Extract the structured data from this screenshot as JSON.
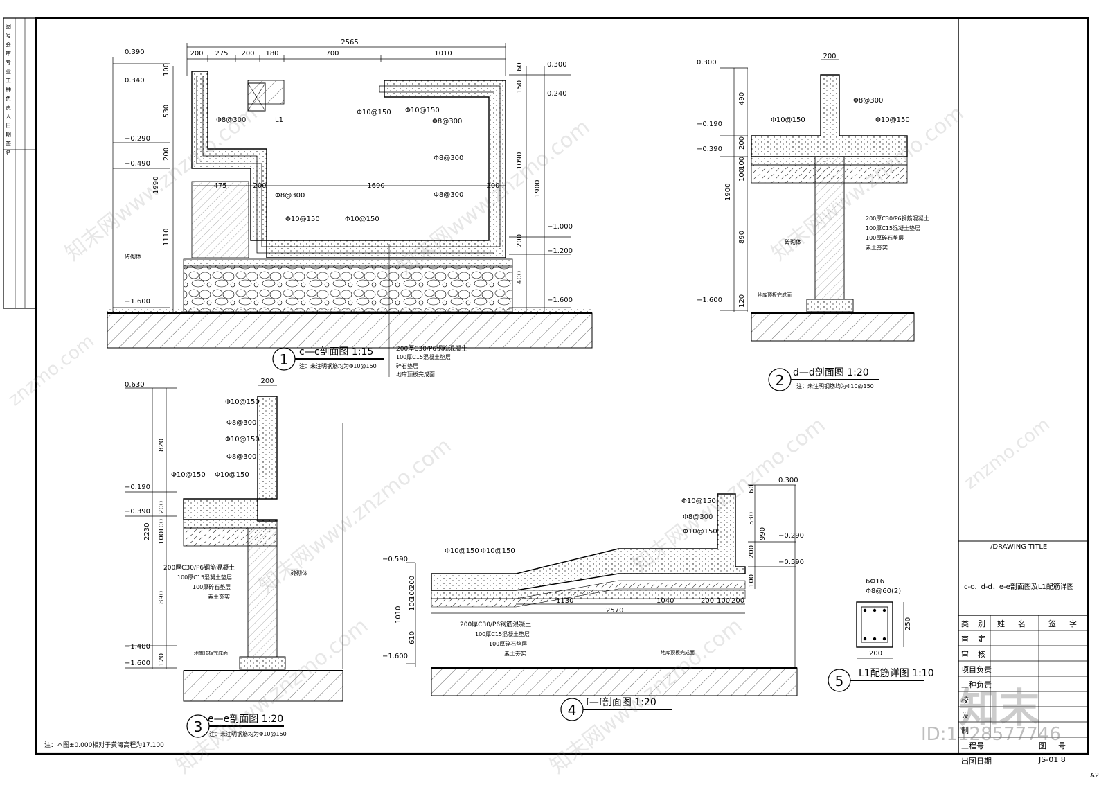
{
  "sheet_size": "A2",
  "title_block": {
    "drawing_title_label": "/DRAWING TITLE",
    "drawing_title": "c-c、d-d、e-e剖面图及L1配筋详图",
    "header": [
      "类",
      "别",
      "姓",
      "名",
      "签",
      "字"
    ],
    "rows": [
      "审",
      "定",
      "审",
      "核",
      "项目负责",
      "工种负责",
      "校",
      "设",
      "制",
      "工程号",
      "出图日期"
    ],
    "drawing_no_label": "图",
    "drawing_no_label2": "号",
    "drawing_no": "JS-01 8"
  },
  "left_strip": [
    "图",
    "号",
    "会",
    "审",
    "专",
    "业",
    "工",
    "种",
    "负",
    "责",
    "人",
    "日",
    "期",
    "签",
    "名"
  ],
  "views": {
    "cc": {
      "number": "1",
      "title": "c—c剖面图 1:15",
      "note": "注：未注明钢筋均为Φ10@150"
    },
    "dd": {
      "number": "2",
      "title": "d—d剖面图 1:20",
      "note": "注：未注明钢筋均为Φ10@150"
    },
    "ee": {
      "number": "3",
      "title": "e—e剖面图 1:20",
      "note": "注：未注明钢筋均为Φ10@150"
    },
    "ff": {
      "number": "4",
      "title": "f—f剖面图 1:20"
    },
    "l1": {
      "number": "5",
      "title": "L1配筋详图 1:10"
    }
  },
  "cc_dims": {
    "top": [
      "2565",
      "200",
      "275",
      "200",
      "180",
      "700",
      "1010"
    ],
    "inner": [
      "475",
      "200",
      "1690",
      "200"
    ],
    "left": [
      "100",
      "530",
      "200",
      "1990",
      "1110"
    ],
    "right": [
      "60",
      "150",
      "1090",
      "1900",
      "200",
      "400"
    ],
    "levels_left": [
      "0.390",
      "0.340",
      "−0.290",
      "−0.490",
      "−1.600"
    ],
    "levels_right": [
      "0.300",
      "0.240",
      "−1.000",
      "−1.200",
      "−1.600"
    ],
    "rebar": [
      "Φ8@300",
      "Φ10@150",
      "Φ10@150",
      "Φ8@300",
      "Φ8@300",
      "Φ8@300",
      "Φ8@300",
      "Φ10@150",
      "Φ10@150"
    ],
    "beam": "L1",
    "masonry": "砖砌体",
    "layers": [
      "200厚C30/P6钢筋混凝土",
      "100厚C15混凝土垫层",
      "碎石垫层",
      "地库顶板完成面"
    ]
  },
  "dd_dims": {
    "top": "200",
    "left": [
      "490",
      "200",
      "100",
      "100",
      "1900",
      "890",
      "120"
    ],
    "levels": [
      "0.300",
      "−0.190",
      "−0.390",
      "−1.600"
    ],
    "rebar": [
      "Φ8@300",
      "Φ10@150",
      "Φ10@150"
    ],
    "layers": [
      "200厚C30/P6钢筋混凝土",
      "100厚C15混凝土垫层",
      "100厚碎石垫层",
      "素土夯实"
    ],
    "masonry": "砖砌体",
    "slab": "地库顶板完成面"
  },
  "ee_dims": {
    "top": "200",
    "left": [
      "820",
      "200",
      "100",
      "100",
      "2230",
      "890",
      "120"
    ],
    "levels": [
      "0.630",
      "−0.190",
      "−0.390",
      "−1.480",
      "−1.600"
    ],
    "rebar": [
      "Φ10@150",
      "Φ8@300",
      "Φ10@150",
      "Φ8@300",
      "Φ10@150",
      "Φ10@150"
    ],
    "layers": [
      "200厚C30/P6钢筋混凝土",
      "100厚C15混凝土垫层",
      "100厚碎石垫层",
      "素土夯实"
    ],
    "masonry": "砖砌体",
    "slab": "地库顶板完成面"
  },
  "ff_dims": {
    "levels_left": [
      "−0.590",
      "−1.600"
    ],
    "levels_right": [
      "0.300",
      "−0.290",
      "−0.590"
    ],
    "left": [
      "200",
      "100",
      "100",
      "1010",
      "610"
    ],
    "right": [
      "60",
      "530",
      "990",
      "200",
      "100"
    ],
    "bottom": [
      "1130",
      "1040",
      "200",
      "100",
      "200",
      "2570"
    ],
    "rebar": [
      "Φ10@150",
      "Φ10@150",
      "Φ10@150",
      "Φ8@300",
      "Φ10@150"
    ],
    "layers": [
      "200厚C30/P6钢筋混凝土",
      "100厚C15混凝土垫层",
      "100厚碎石垫层",
      "素土夯实"
    ],
    "slab": "地库顶板完成面"
  },
  "l1_dims": {
    "bars": "6Φ16",
    "stirrup": "Φ8@60(2)",
    "height": "250",
    "width": "200"
  },
  "footnote": "注：本图±0.000相对于黄海高程为17.100",
  "watermark": {
    "brand": "知末网www.znzmo.com",
    "site": "znzmo.com",
    "logo": "知末",
    "id": "ID:1128577746"
  }
}
